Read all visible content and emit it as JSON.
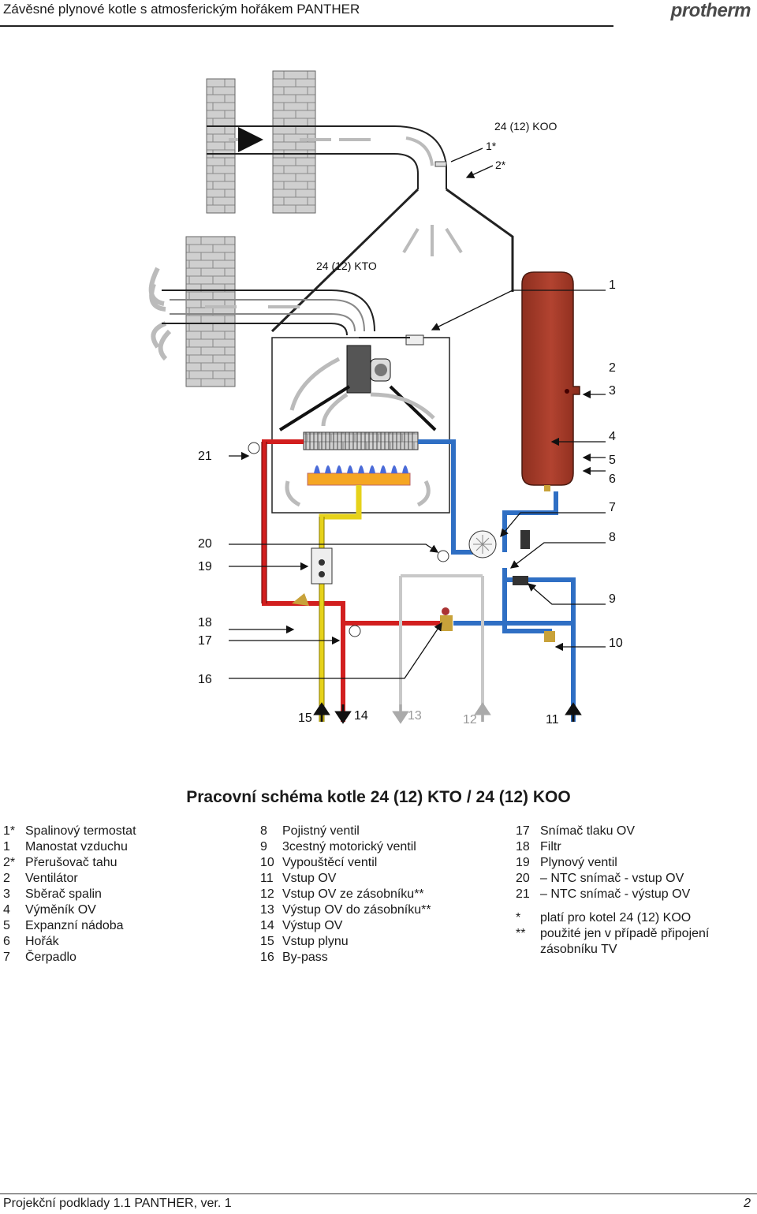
{
  "header": {
    "title": "Závěsné plynové kotle s atmosferickým hořákem PANTHER",
    "logo": "protherm"
  },
  "diagram": {
    "variant_koo": "24 (12) KOO",
    "variant_kto": "24 (12) KTO",
    "label_1s": "1*",
    "label_2s": "2*",
    "right_labels": [
      "1",
      "2",
      "3",
      "4",
      "5",
      "6",
      "7",
      "8",
      "9",
      "10"
    ],
    "left_labels": [
      "21",
      "20",
      "19",
      "18",
      "17",
      "16"
    ],
    "bottom_labels": [
      "15",
      "14",
      "13",
      "12",
      "11"
    ],
    "colors": {
      "hot_pipe": "#d21f1f",
      "cold_pipe": "#2f6fc4",
      "gas_pipe": "#f2de1e",
      "expansion_tank": "#a43a28",
      "wall": "#c8c8c8"
    }
  },
  "caption": "Pracovní schéma kotle 24 (12) KTO / 24 (12) KOO",
  "legend": {
    "col1": [
      {
        "n": "1*",
        "t": "Spalinový termostat"
      },
      {
        "n": "1",
        "t": "Manostat vzduchu"
      },
      {
        "n": "2*",
        "t": "Přerušovač tahu"
      },
      {
        "n": "2",
        "t": "Ventilátor"
      },
      {
        "n": "3",
        "t": "Sběrač spalin"
      },
      {
        "n": "4",
        "t": "Výměník OV"
      },
      {
        "n": "5",
        "t": "Expanzní nádoba"
      },
      {
        "n": "6",
        "t": "Hořák"
      },
      {
        "n": "7",
        "t": "Čerpadlo"
      }
    ],
    "col2": [
      {
        "n": "8",
        "t": "Pojistný ventil"
      },
      {
        "n": "9",
        "t": "3cestný motorický ventil"
      },
      {
        "n": "10",
        "t": "Vypouštěcí ventil"
      },
      {
        "n": "11",
        "t": "Vstup OV"
      },
      {
        "n": "12",
        "t": "Vstup OV ze zásobníku**"
      },
      {
        "n": "13",
        "t": "Výstup OV do zásobníku**"
      },
      {
        "n": "14",
        "t": "Výstup OV"
      },
      {
        "n": "15",
        "t": "Vstup plynu"
      },
      {
        "n": "16",
        "t": "By-pass"
      }
    ],
    "col3": [
      {
        "n": "17",
        "t": "Snímač tlaku OV"
      },
      {
        "n": "18",
        "t": "Filtr"
      },
      {
        "n": "19",
        "t": "Plynový ventil"
      },
      {
        "n": "20",
        "t": "– NTC snímač - vstup OV"
      },
      {
        "n": "21",
        "t": "– NTC snímač - výstup OV"
      }
    ],
    "notes": [
      {
        "n": "*",
        "t": "platí pro kotel 24 (12) KOO"
      },
      {
        "n": "**",
        "t": "použité jen v případě připojení"
      },
      {
        "n": "",
        "t": "zásobníku TV"
      }
    ]
  },
  "footer": {
    "left": "Projekční podklady 1.1 PANTHER, ver. 1",
    "page": "2"
  }
}
